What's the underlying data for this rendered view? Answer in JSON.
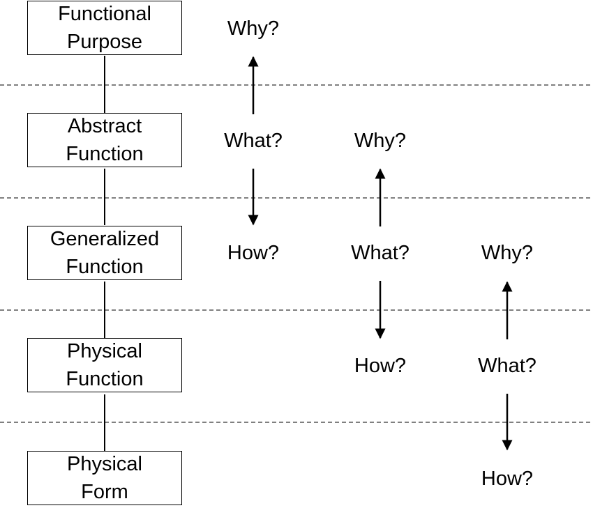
{
  "levels": [
    {
      "line1": "Functional",
      "line2": "Purpose"
    },
    {
      "line1": "Abstract",
      "line2": "Function"
    },
    {
      "line1": "Generalized",
      "line2": "Function"
    },
    {
      "line1": "Physical",
      "line2": "Function"
    },
    {
      "line1": "Physical",
      "line2": "Form"
    }
  ],
  "questions": {
    "why": "Why?",
    "what": "What?",
    "how": "How?"
  }
}
